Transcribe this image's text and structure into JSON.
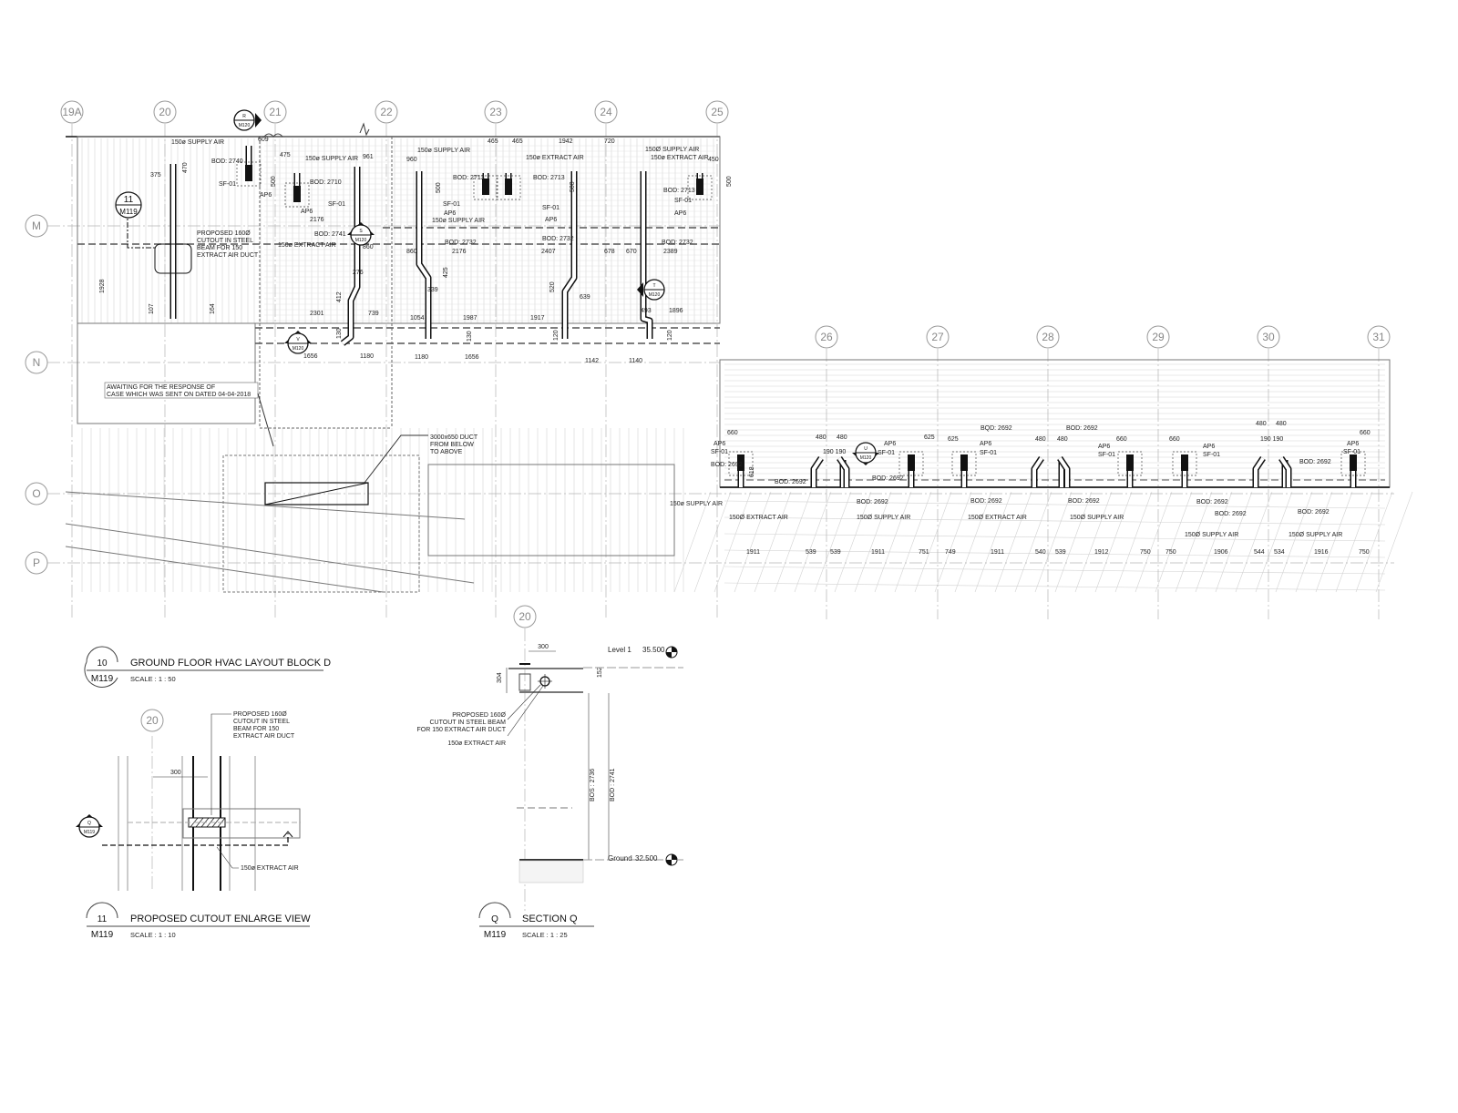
{
  "grid": {
    "columns": [
      "19A",
      "20",
      "21",
      "22",
      "23",
      "24",
      "25",
      "26",
      "27",
      "28",
      "29",
      "30",
      "31"
    ],
    "rows": [
      "M",
      "N",
      "O",
      "P"
    ]
  },
  "section_marks": [
    {
      "top": "R",
      "bottom": "M120"
    },
    {
      "top": "S",
      "bottom": "M120"
    },
    {
      "top": "V",
      "bottom": "M120"
    },
    {
      "top": "T",
      "bottom": "M120"
    },
    {
      "top": "U",
      "bottom": "M120"
    },
    {
      "top": "Q",
      "bottom": "M119"
    }
  ],
  "detail_callout": {
    "number": "11",
    "sheet": "M119"
  },
  "notes": {
    "cutout": [
      "PROPOSED 160Ø",
      "CUTOUT IN STEEL",
      "BEAM FOR 150",
      "EXTRACT AIR DUCT"
    ],
    "awaiting": [
      "AWAITING FOR  THE RESPONSE OF",
      "CASE WHICH WAS SENT ON DATED 04-04-2018"
    ],
    "duct": [
      "3000x650 DUCT",
      "FROM BELOW",
      "TO ABOVE"
    ]
  },
  "plan_labels": [
    "150ø SUPPLY AIR",
    "609",
    "BOD: 2740",
    "SF-01",
    "AP6",
    "470",
    "375",
    "475",
    "150ø SUPPLY AIR",
    "961",
    "BOD: 2710",
    "SF-01",
    "AP6",
    "2176",
    "500",
    "BOD: 2741",
    "150ø EXTRACT AIR",
    "860",
    "276",
    "412",
    "2301",
    "739",
    "1928",
    "107",
    "164",
    "1656",
    "1180",
    "130",
    "960",
    "150ø SUPPLY AIR",
    "465",
    "465",
    "1942",
    "720",
    "150ø EXTRACT AIR",
    "BOD: 2713",
    "500",
    "SF-01",
    "AP6",
    "150ø SUPPLY AIR",
    "BOD: 2713",
    "SF-01",
    "AP6",
    "500",
    "150Ø SUPPLY AIR",
    "150ø EXTRACT AIR",
    "450",
    "500",
    "BOD: 2713",
    "SF-01",
    "AP6",
    "BOD: 2732",
    "860",
    "2176",
    "BOD: 2732",
    "2407",
    "678",
    "670",
    "BOD: 2732",
    "2389",
    "425",
    "339",
    "520",
    "639",
    "493",
    "1896",
    "1054",
    "1987",
    "1917",
    "130",
    "120",
    "120",
    "1180",
    "1656",
    "1142",
    "1140",
    "660",
    "AP6",
    "SF-01",
    "BOD: 2692",
    "480",
    "480",
    "190 190",
    "BOD: 2692",
    "618",
    "150ø SUPPLY AIR",
    "150Ø EXTRACT AIR",
    "BOD: 2692",
    "AP6",
    "SF-01",
    "625",
    "BOD: 2692",
    "150Ø SUPPLY AIR",
    "625",
    "AP6",
    "SF-01",
    "BOD: 2692",
    "BQD: 2692",
    "BOD: 2692",
    "480",
    "480",
    "150Ø EXTRACT AIR",
    "BOD: 2692",
    "660",
    "AP6",
    "SF-01",
    "150Ø SUPPLY AIR",
    "660",
    "AP6",
    "SF-01",
    "BOD: 2692",
    "BOD: 2692",
    "480",
    "480",
    "190 190",
    "150Ø SUPPLY AIR",
    "AP6",
    "660",
    "SF-01",
    "BOD: 2692",
    "BOD: 2692",
    "150Ø SUPPLY AIR",
    "1911",
    "539",
    "539",
    "1911",
    "751",
    "749",
    "1911",
    "540",
    "539",
    "1912",
    "750",
    "750",
    "1906",
    "544",
    "534",
    "1916",
    "750"
  ],
  "views": [
    {
      "number": "10",
      "sheet": "M119",
      "title": "GROUND FLOOR HVAC LAYOUT BLOCK D",
      "scale": "SCALE : 1 : 50"
    },
    {
      "number": "11",
      "sheet": "M119",
      "title": "PROPOSED CUTOUT ENLARGE VIEW",
      "scale": "SCALE : 1 : 10"
    },
    {
      "number": "Q",
      "sheet": "M119",
      "title": "SECTION Q",
      "scale": "SCALE : 1 : 25"
    }
  ],
  "detail_view": {
    "grid": "20",
    "dim": "300",
    "note": [
      "PROPOSED 160Ø",
      "CUTOUT IN STEEL",
      "BEAM FOR 150",
      "EXTRACT AIR DUCT"
    ],
    "duct_label": "150ø EXTRACT AIR"
  },
  "section_view": {
    "grid": "20",
    "dim_width": "300",
    "dim_depth": "304",
    "dim_beam": "152",
    "level_top": {
      "name": "Level 1",
      "value": "35.500"
    },
    "level_bottom": {
      "name": "Ground",
      "value": "32.500"
    },
    "bos": "BOS : 2736",
    "bod": "BOD : 2741",
    "note": [
      "PROPOSED 160Ø",
      "CUTOUT IN STEEL BEAM",
      "FOR 150 EXTRACT AIR DUCT"
    ],
    "duct_label": "150ø EXTRACT AIR"
  }
}
